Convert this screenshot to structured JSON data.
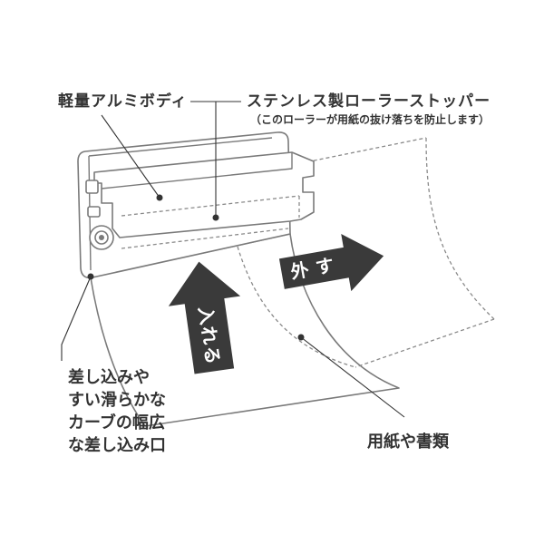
{
  "labels": {
    "body": "軽量アルミボディ",
    "roller": "ステンレス製ローラーストッパー",
    "roller_note": "（このローラーが用紙の抜け落ちを防止します）",
    "opening_lines": [
      "差し込みや",
      "すい滑らかな",
      "カーブの幅広",
      "な差し込み口"
    ],
    "paper": "用紙や書類"
  },
  "arrows": {
    "remove": "外す",
    "insert": "入れる"
  },
  "colors": {
    "background": "#ffffff",
    "outline": "#7a7a7a",
    "leader": "#333333",
    "text": "#333333",
    "arrow": "#3a3a3a",
    "arrow_text": "#ffffff"
  }
}
